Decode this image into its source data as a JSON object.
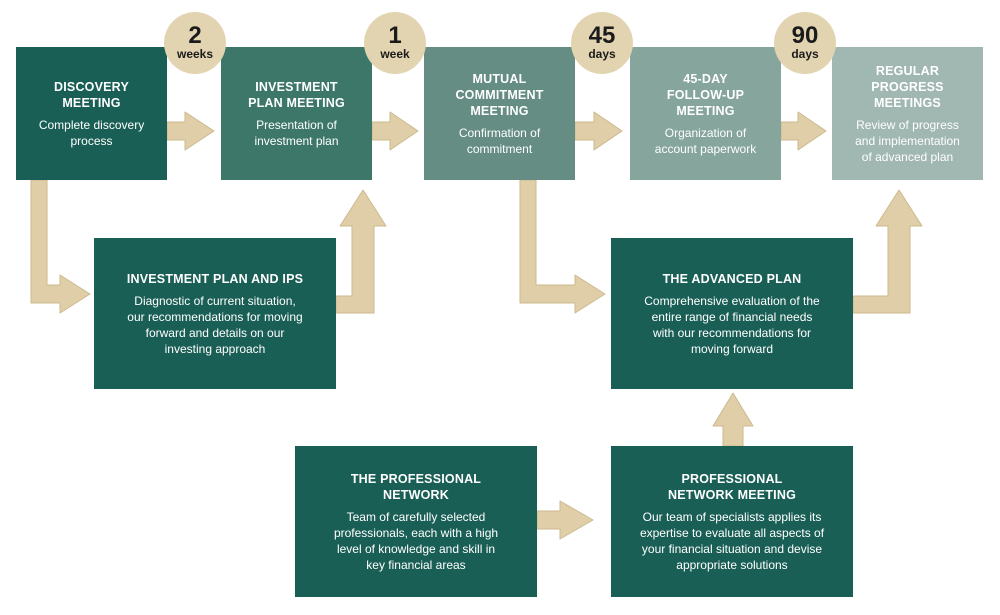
{
  "colors": {
    "arrow": "#dfcea8",
    "arrow_edge": "#cdb98e",
    "badge": "#e3d4b1",
    "box_dark": "#1a5f56"
  },
  "steps": [
    {
      "title": "DISCOVERY\nMEETING",
      "desc": "Complete discovery\nprocess"
    },
    {
      "title": "INVESTMENT\nPLAN MEETING",
      "desc": "Presentation of\ninvestment plan"
    },
    {
      "title": "MUTUAL\nCOMMITMENT\nMEETING",
      "desc": "Confirmation of\ncommitment"
    },
    {
      "title": "45-DAY\nFOLLOW-UP\nMEETING",
      "desc": "Organization of\naccount paperwork"
    },
    {
      "title": "REGULAR\nPROGRESS\nMEETINGS",
      "desc": "Review of progress\nand implementation\nof advanced plan"
    }
  ],
  "badges": [
    {
      "num": "2",
      "unit": "weeks"
    },
    {
      "num": "1",
      "unit": "week"
    },
    {
      "num": "45",
      "unit": "days"
    },
    {
      "num": "90",
      "unit": "days"
    }
  ],
  "panels": {
    "ips": {
      "title": "INVESTMENT PLAN AND IPS",
      "desc": "Diagnostic of current situation,\nour recommendations for moving\nforward and details on our\ninvesting approach"
    },
    "advanced": {
      "title": "THE ADVANCED PLAN",
      "desc": "Comprehensive evaluation of the\nentire range of financial needs\nwith our recommendations for\nmoving forward"
    },
    "network": {
      "title": "THE PROFESSIONAL\nNETWORK",
      "desc": "Team of carefully selected\nprofessionals, each with a high\nlevel of knowledge and skill in\nkey financial areas"
    },
    "network_meeting": {
      "title": "PROFESSIONAL\nNETWORK MEETING",
      "desc": "Our team of specialists applies its\nexpertise to evaluate all aspects of\nyour financial situation and devise\nappropriate solutions"
    }
  }
}
